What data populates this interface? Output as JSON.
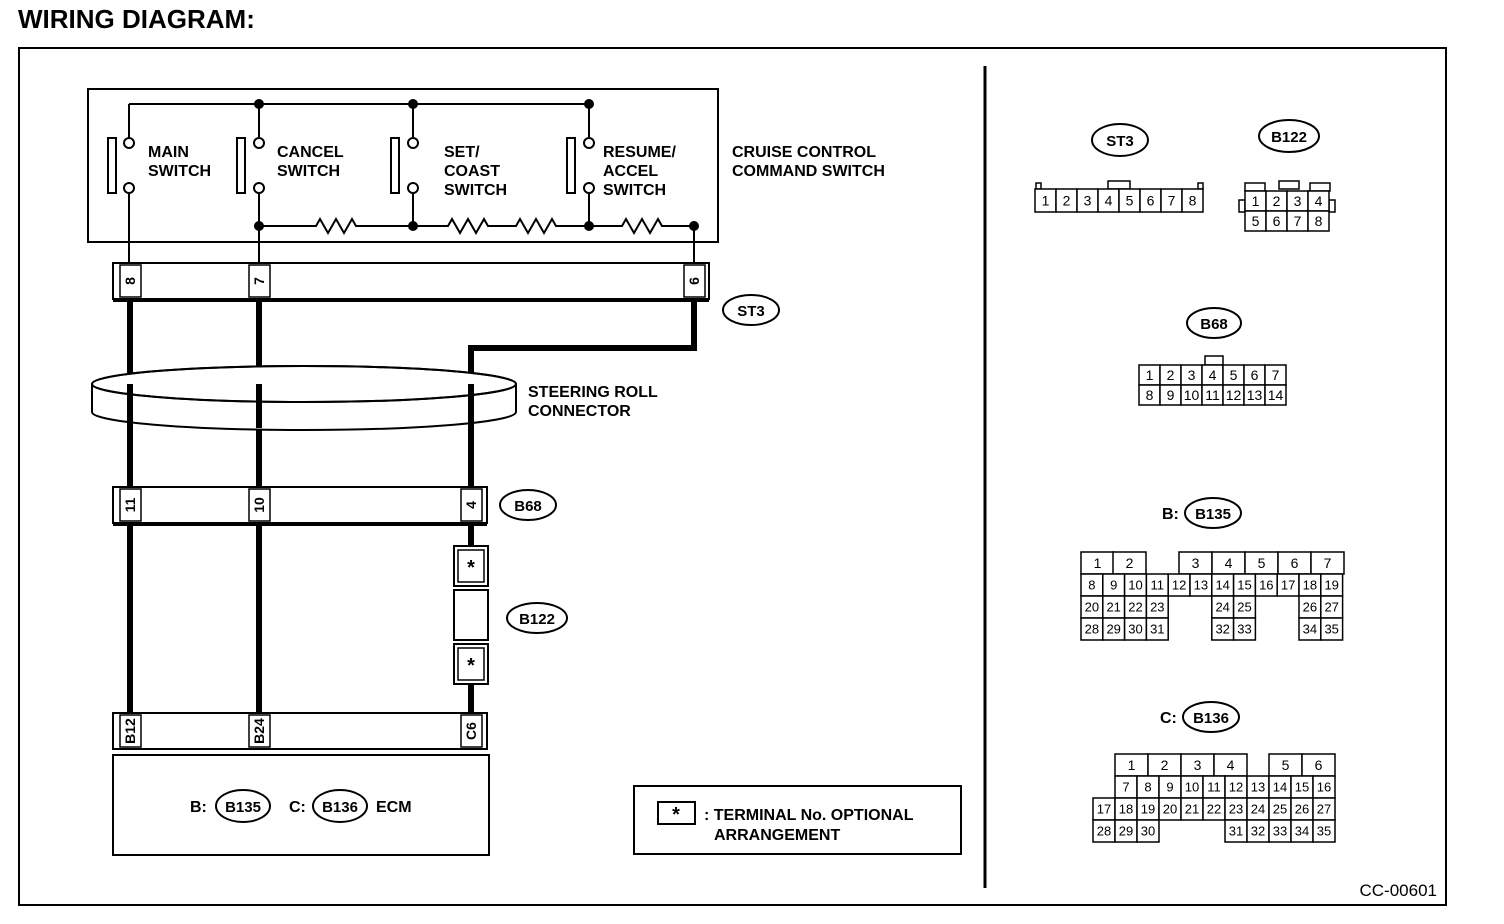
{
  "title": "WIRING DIAGRAM:",
  "figure_id": "CC-00601",
  "command_switch": {
    "label": [
      "CRUISE CONTROL",
      "COMMAND SWITCH"
    ],
    "switches": [
      {
        "lines": [
          "MAIN",
          "SWITCH"
        ]
      },
      {
        "lines": [
          "CANCEL",
          "SWITCH"
        ]
      },
      {
        "lines": [
          "SET/",
          "COAST",
          "SWITCH"
        ]
      },
      {
        "lines": [
          "RESUME/",
          "ACCEL",
          "SWITCH"
        ]
      }
    ]
  },
  "st3_pins": [
    "8",
    "7",
    "6"
  ],
  "steering_roll": [
    "STEERING ROLL",
    "CONNECTOR"
  ],
  "b68_pins": [
    "11",
    "10",
    "4"
  ],
  "optional_mark": "*",
  "ecm_pins": [
    "B12",
    "B24",
    "C6"
  ],
  "ecm": {
    "b_prefix": "B:",
    "b_code": "B135",
    "c_prefix": "C:",
    "c_code": "B136",
    "name": "ECM"
  },
  "legend": {
    "symbol": "*",
    "line1": ": TERMINAL No.  OPTIONAL",
    "line2": "ARRANGEMENT"
  },
  "ovals": {
    "st3": "ST3",
    "b68": "B68",
    "b122": "B122"
  },
  "connectors": {
    "st3": {
      "code": "ST3",
      "pins": [
        "1",
        "2",
        "3",
        "4",
        "5",
        "6",
        "7",
        "8"
      ]
    },
    "b122": {
      "code": "B122",
      "row1": [
        "1",
        "2",
        "3",
        "4"
      ],
      "row2": [
        "5",
        "6",
        "7",
        "8"
      ]
    },
    "b68": {
      "code": "B68",
      "row1": [
        "1",
        "2",
        "3",
        "4",
        "5",
        "6",
        "7"
      ],
      "row2": [
        "8",
        "9",
        "10",
        "11",
        "12",
        "13",
        "14"
      ]
    },
    "b135": {
      "prefix": "B:",
      "code": "B135",
      "row1": [
        "1",
        "2",
        "3",
        "4",
        "5",
        "6",
        "7"
      ],
      "row2": [
        "8",
        "9",
        "10",
        "11",
        "12",
        "13",
        "14",
        "15",
        "16",
        "17",
        "18",
        "19"
      ],
      "row3": [
        "20",
        "21",
        "22",
        "23",
        "24",
        "25",
        "26",
        "27"
      ],
      "row4": [
        "28",
        "29",
        "30",
        "31",
        "32",
        "33",
        "34",
        "35"
      ]
    },
    "b136": {
      "prefix": "C:",
      "code": "B136",
      "row1": [
        "1",
        "2",
        "3",
        "4",
        "5",
        "6"
      ],
      "row2": [
        "7",
        "8",
        "9",
        "10",
        "11",
        "12",
        "13",
        "14",
        "15",
        "16"
      ],
      "row3": [
        "17",
        "18",
        "19",
        "20",
        "21",
        "22",
        "23",
        "24",
        "25",
        "26",
        "27"
      ],
      "row4": [
        "28",
        "29",
        "30",
        "31",
        "32",
        "33",
        "34",
        "35"
      ]
    }
  }
}
